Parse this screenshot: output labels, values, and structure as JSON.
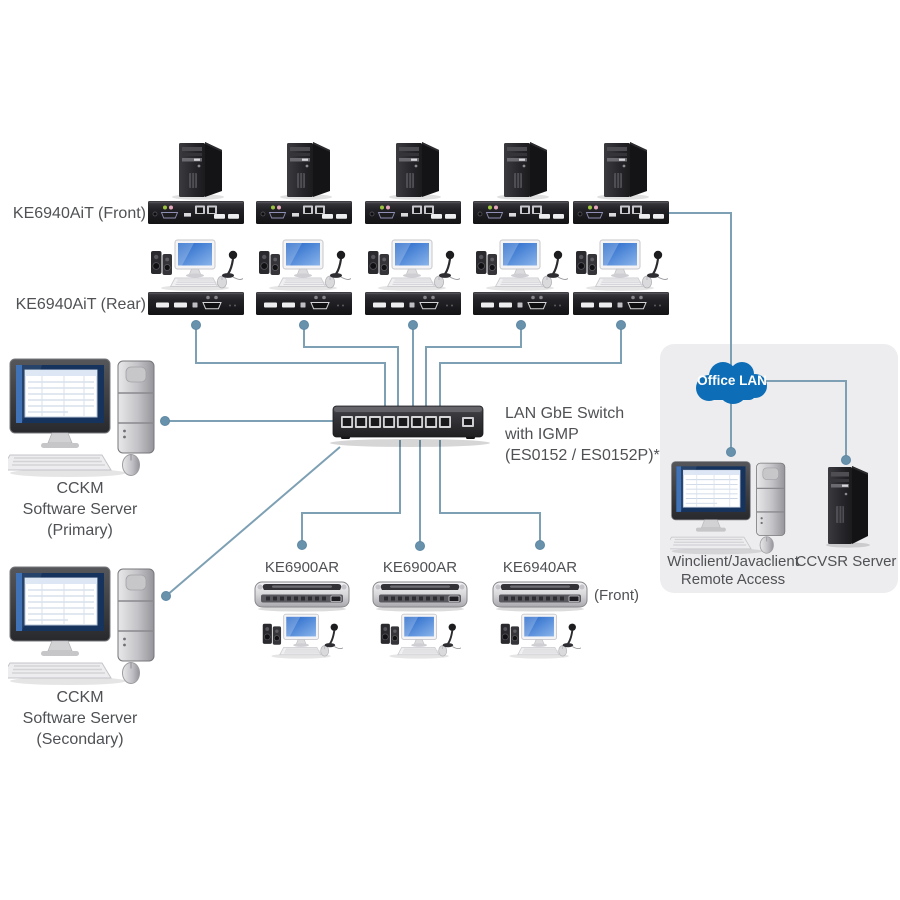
{
  "labels": {
    "tx_front": "KE6940AiT (Front)",
    "tx_rear": "KE6940AiT (Rear)",
    "switch": {
      "line1": "LAN GbE Switch",
      "line2": "with IGMP",
      "line3": "(ES0152 / ES0152P)*"
    },
    "cckm_primary": {
      "line1": "CCKM",
      "line2": "Software Server",
      "line3": "(Primary)"
    },
    "cckm_secondary": {
      "line1": "CCKM",
      "line2": "Software Server",
      "line3": "(Secondary)"
    },
    "receivers": [
      {
        "label": "KE6900AR"
      },
      {
        "label": "KE6900AR"
      },
      {
        "label": "KE6940AR"
      }
    ],
    "receiver_side_note": "(Front)",
    "cloud": "Office LAN",
    "remote_access": {
      "line1": "Winclient/Javaclient",
      "line2": "Remote Access"
    },
    "ccvsr": "CCVSR Server"
  },
  "counts": {
    "transmitters": 5,
    "receiver_stations": 3,
    "cckm_servers": 2
  },
  "colors": {
    "line": "#7EA0B4",
    "node_dot": "#6892AC",
    "cloud_blue": "#0D6DB6",
    "panel_bg": "#EDEDEF",
    "label_text": "#4F5154"
  }
}
